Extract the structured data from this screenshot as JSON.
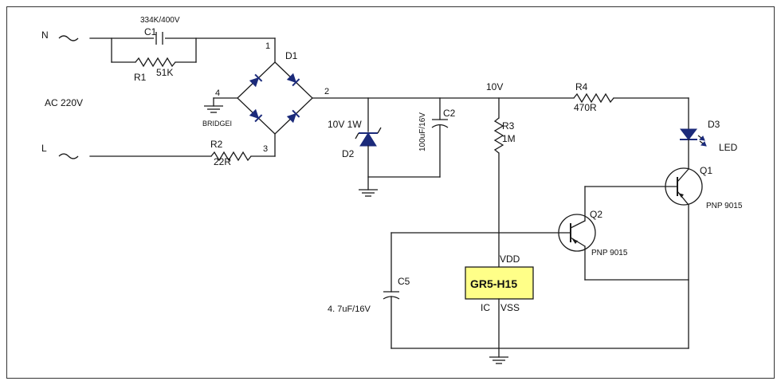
{
  "labels": {
    "n": "N",
    "l": "L",
    "ac": "AC 220V",
    "c1_name": "C1",
    "c1_value": "334K/400V",
    "r1_name": "R1",
    "r1_value": "51K",
    "r2_name": "R2",
    "r2_value": "22R",
    "d1_name": "D1",
    "bridge": "BRIDGEI",
    "pin1": "1",
    "pin2": "2",
    "pin3": "3",
    "pin4": "4",
    "node_10v": "10V",
    "d2_name": "D2",
    "d2_value": "10V 1W",
    "c2_name": "C2",
    "c2_value": "100uF/16V",
    "r3_name": "R3",
    "r3_value": "1M",
    "r4_name": "R4",
    "r4_value": "470R",
    "d3_name": "D3",
    "led": "LED",
    "q1_name": "Q1",
    "q1_type": "PNP 9015",
    "q2_name": "Q2",
    "q2_type": "PNP 9015",
    "ic_name": "GR5-H15",
    "vdd": "VDD",
    "ic_label": "IC",
    "vss": "VSS",
    "c5_name": "C5",
    "c5_value": "4. 7uF/16V"
  },
  "colors": {
    "ic_fill": "#ffff88",
    "diode": "#1b2a7a",
    "wire": "#1a1a1a"
  }
}
